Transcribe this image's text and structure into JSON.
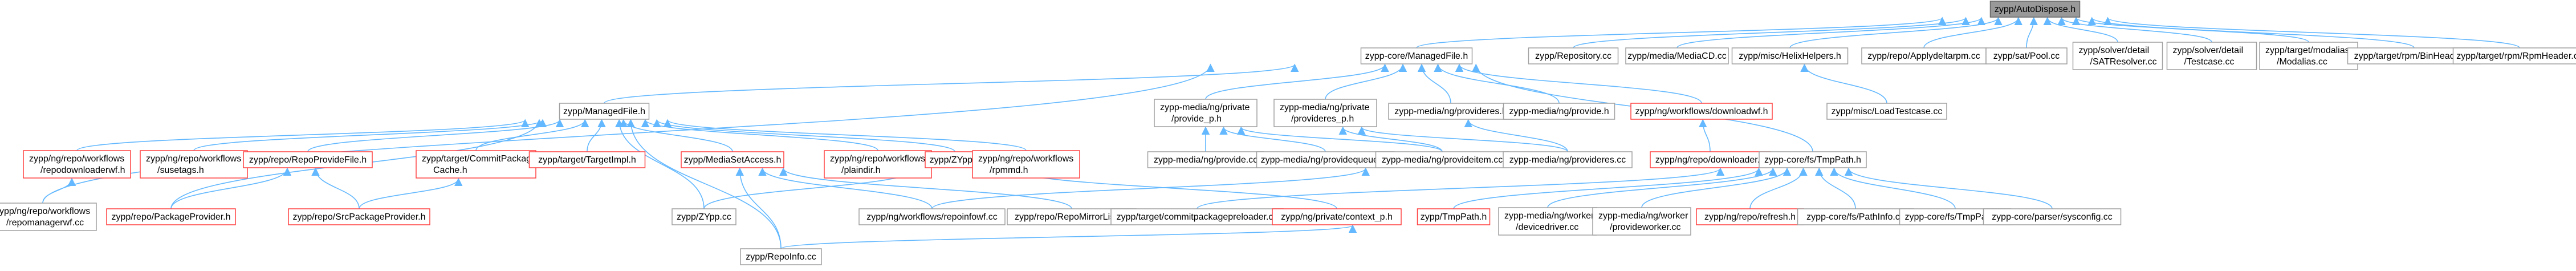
{
  "graph": {
    "root": "n_root",
    "nodes": [
      {
        "id": "n_root",
        "lines": [
          "zypp/AutoDispose.h"
        ],
        "style": "root"
      },
      {
        "id": "n_mf1",
        "lines": [
          "zypp-core/ManagedFile.h"
        ],
        "style": "normal"
      },
      {
        "id": "n_repo",
        "lines": [
          "zypp/Repository.cc"
        ],
        "style": "normal"
      },
      {
        "id": "n_mediacd",
        "lines": [
          "zypp/media/MediaCD.cc"
        ],
        "style": "normal"
      },
      {
        "id": "n_helix",
        "lines": [
          "zypp/misc/HelixHelpers.h"
        ],
        "style": "normal"
      },
      {
        "id": "n_applydelta",
        "lines": [
          "zypp/repo/Applydeltarpm.cc"
        ],
        "style": "normal"
      },
      {
        "id": "n_pool",
        "lines": [
          "zypp/sat/Pool.cc"
        ],
        "style": "normal"
      },
      {
        "id": "n_satres",
        "lines": [
          "zypp/solver/detail",
          "/SATResolver.cc"
        ],
        "style": "normal"
      },
      {
        "id": "n_testcase",
        "lines": [
          "zypp/solver/detail",
          "/Testcase.cc"
        ],
        "style": "normal"
      },
      {
        "id": "n_modalias",
        "lines": [
          "zypp/target/modalias",
          "/Modalias.cc"
        ],
        "style": "normal"
      },
      {
        "id": "n_binheader",
        "lines": [
          "zypp/target/rpm/BinHeader.cc"
        ],
        "style": "normal"
      },
      {
        "id": "n_rpmheader",
        "lines": [
          "zypp/target/rpm/RpmHeader.cc"
        ],
        "style": "normal"
      },
      {
        "id": "n_mf2",
        "lines": [
          "zypp/ManagedFile.h"
        ],
        "style": "normal"
      },
      {
        "id": "n_provide_p",
        "lines": [
          "zypp-media/ng/private",
          "/provide_p.h"
        ],
        "style": "normal"
      },
      {
        "id": "n_providerespp",
        "lines": [
          "zypp-media/ng/private",
          "/provideres_p.h"
        ],
        "style": "normal"
      },
      {
        "id": "n_provideresh",
        "lines": [
          "zypp-media/ng/provideres.h"
        ],
        "style": "normal"
      },
      {
        "id": "n_provideh",
        "lines": [
          "zypp-media/ng/provide.h"
        ],
        "style": "normal"
      },
      {
        "id": "n_downloadh",
        "lines": [
          "zypp/ng/workflows/downloadwf.h"
        ],
        "style": "red"
      },
      {
        "id": "n_loadtest",
        "lines": [
          "zypp/misc/LoadTestcase.cc"
        ],
        "style": "normal"
      },
      {
        "id": "n_repodl",
        "lines": [
          "zypp/ng/repo/workflows",
          "/repodownloaderwf.h"
        ],
        "style": "red"
      },
      {
        "id": "n_suse",
        "lines": [
          "zypp/ng/repo/workflows",
          "/susetags.h"
        ],
        "style": "red"
      },
      {
        "id": "n_rpf",
        "lines": [
          "zypp/repo/RepoProvideFile.h"
        ],
        "style": "red"
      },
      {
        "id": "n_commitpkg",
        "lines": [
          "zypp/target/CommitPackage",
          "Cache.h"
        ],
        "style": "red"
      },
      {
        "id": "n_targetimpl",
        "lines": [
          "zypp/target/TargetImpl.h"
        ],
        "style": "red"
      },
      {
        "id": "n_msa",
        "lines": [
          "zypp/MediaSetAccess.h"
        ],
        "style": "red"
      },
      {
        "id": "n_plaindir",
        "lines": [
          "zypp/ng/repo/workflows",
          "/plaindir.h"
        ],
        "style": "red"
      },
      {
        "id": "n_zyppcore",
        "lines": [
          "zypp/ZYpp.h"
        ],
        "style": "red"
      },
      {
        "id": "n_rpmmd",
        "lines": [
          "zypp/ng/repo/workflows",
          "/rpmmd.h"
        ],
        "style": "red"
      },
      {
        "id": "n_providecc",
        "lines": [
          "zypp-media/ng/provide.cc"
        ],
        "style": "normal"
      },
      {
        "id": "n_pqueue",
        "lines": [
          "zypp-media/ng/providequeue.cc"
        ],
        "style": "normal"
      },
      {
        "id": "n_pitem",
        "lines": [
          "zypp-media/ng/provideitem.cc"
        ],
        "style": "normal"
      },
      {
        "id": "n_prescc",
        "lines": [
          "zypp-media/ng/provideres.cc"
        ],
        "style": "normal"
      },
      {
        "id": "n_repodownloader",
        "lines": [
          "zypp/ng/repo/downloader.h"
        ],
        "style": "red"
      },
      {
        "id": "n_tmppath",
        "lines": [
          "zypp-core/fs/TmpPath.h"
        ],
        "style": "normal"
      },
      {
        "id": "n_repomgr",
        "lines": [
          "zypp/ng/repo/workflows",
          "/repomanagerwf.cc"
        ],
        "style": "normal"
      },
      {
        "id": "n_pkgprov",
        "lines": [
          "zypp/repo/PackageProvider.h"
        ],
        "style": "red"
      },
      {
        "id": "n_srcpkg",
        "lines": [
          "zypp/repo/SrcPackageProvider.h"
        ],
        "style": "red"
      },
      {
        "id": "n_zyppcc",
        "lines": [
          "zypp/ZYpp.cc"
        ],
        "style": "normal"
      },
      {
        "id": "n_repoinfowf",
        "lines": [
          "zypp/ng/workflows/repoinfowf.cc"
        ],
        "style": "normal"
      },
      {
        "id": "n_mirrorlist",
        "lines": [
          "zypp/repo/RepoMirrorList.cc"
        ],
        "style": "normal"
      },
      {
        "id": "n_preloader",
        "lines": [
          "zypp/target/commitpackagepreloader.cc"
        ],
        "style": "normal"
      },
      {
        "id": "n_context",
        "lines": [
          "zypp/ng/private/context_p.h"
        ],
        "style": "red"
      },
      {
        "id": "n_tmppathh",
        "lines": [
          "zypp/TmpPath.h"
        ],
        "style": "red"
      },
      {
        "id": "n_devdriver",
        "lines": [
          "zypp-media/ng/worker",
          "/devicedriver.cc"
        ],
        "style": "normal"
      },
      {
        "id": "n_provworker",
        "lines": [
          "zypp-media/ng/worker",
          "/provideworker.cc"
        ],
        "style": "normal"
      },
      {
        "id": "n_refresh",
        "lines": [
          "zypp/ng/repo/refresh.h"
        ],
        "style": "red"
      },
      {
        "id": "n_pathinfo",
        "lines": [
          "zypp-core/fs/PathInfo.cc"
        ],
        "style": "normal"
      },
      {
        "id": "n_tmppathcc",
        "lines": [
          "zypp-core/fs/TmpPath.cc"
        ],
        "style": "normal"
      },
      {
        "id": "n_sysconfig",
        "lines": [
          "zypp-core/parser/sysconfig.cc"
        ],
        "style": "normal"
      },
      {
        "id": "n_repoinfo",
        "lines": [
          "zypp/RepoInfo.cc"
        ],
        "style": "normal"
      }
    ],
    "edges": [
      [
        "n_mf1",
        "n_root"
      ],
      [
        "n_repo",
        "n_root"
      ],
      [
        "n_mediacd",
        "n_root"
      ],
      [
        "n_helix",
        "n_root"
      ],
      [
        "n_applydelta",
        "n_root"
      ],
      [
        "n_pool",
        "n_root"
      ],
      [
        "n_satres",
        "n_root"
      ],
      [
        "n_testcase",
        "n_root"
      ],
      [
        "n_modalias",
        "n_root"
      ],
      [
        "n_binheader",
        "n_root"
      ],
      [
        "n_rpmheader",
        "n_root"
      ],
      [
        "n_mf2",
        "n_mf1"
      ],
      [
        "n_provide_p",
        "n_mf1"
      ],
      [
        "n_providerespp",
        "n_mf1"
      ],
      [
        "n_provideresh",
        "n_mf1"
      ],
      [
        "n_provideh",
        "n_mf1"
      ],
      [
        "n_downloadh",
        "n_mf1"
      ],
      [
        "n_tmppath",
        "n_mf1"
      ],
      [
        "n_repomgr",
        "n_mf1"
      ],
      [
        "n_loadtest",
        "n_helix"
      ],
      [
        "n_repodl",
        "n_mf2"
      ],
      [
        "n_suse",
        "n_mf2"
      ],
      [
        "n_rpf",
        "n_mf2"
      ],
      [
        "n_commitpkg",
        "n_mf2"
      ],
      [
        "n_targetimpl",
        "n_mf2"
      ],
      [
        "n_msa",
        "n_mf2"
      ],
      [
        "n_plaindir",
        "n_mf2"
      ],
      [
        "n_zyppcore",
        "n_mf2"
      ],
      [
        "n_rpmmd",
        "n_mf2"
      ],
      [
        "n_pkgprov",
        "n_mf2"
      ],
      [
        "n_zyppcc",
        "n_mf2"
      ],
      [
        "n_repoinfo",
        "n_mf2"
      ],
      [
        "n_providecc",
        "n_provide_p"
      ],
      [
        "n_pqueue",
        "n_provide_p"
      ],
      [
        "n_pitem",
        "n_provide_p"
      ],
      [
        "n_prescc",
        "n_providerespp"
      ],
      [
        "n_pitem",
        "n_providerespp"
      ],
      [
        "n_prescc",
        "n_provideresh"
      ],
      [
        "n_repodownloader",
        "n_downloadh"
      ],
      [
        "n_repomgr",
        "n_repodl"
      ],
      [
        "n_pkgprov",
        "n_rpf"
      ],
      [
        "n_srcpkg",
        "n_rpf"
      ],
      [
        "n_srcpkg",
        "n_commitpkg"
      ],
      [
        "n_repoinfo",
        "n_msa"
      ],
      [
        "n_mirrorlist",
        "n_msa"
      ],
      [
        "n_repoinfowf",
        "n_msa"
      ],
      [
        "n_zyppcc",
        "n_zyppcore"
      ],
      [
        "n_context",
        "n_zyppcore"
      ],
      [
        "n_repoinfowf",
        "n_pitem"
      ],
      [
        "n_tmppathh",
        "n_tmppath"
      ],
      [
        "n_devdriver",
        "n_tmppath"
      ],
      [
        "n_provworker",
        "n_tmppath"
      ],
      [
        "n_refresh",
        "n_tmppath"
      ],
      [
        "n_pathinfo",
        "n_tmppath"
      ],
      [
        "n_tmppathcc",
        "n_tmppath"
      ],
      [
        "n_sysconfig",
        "n_tmppath"
      ],
      [
        "n_preloader",
        "n_tmppath"
      ],
      [
        "n_repoinfo",
        "n_tmppathh"
      ]
    ]
  }
}
